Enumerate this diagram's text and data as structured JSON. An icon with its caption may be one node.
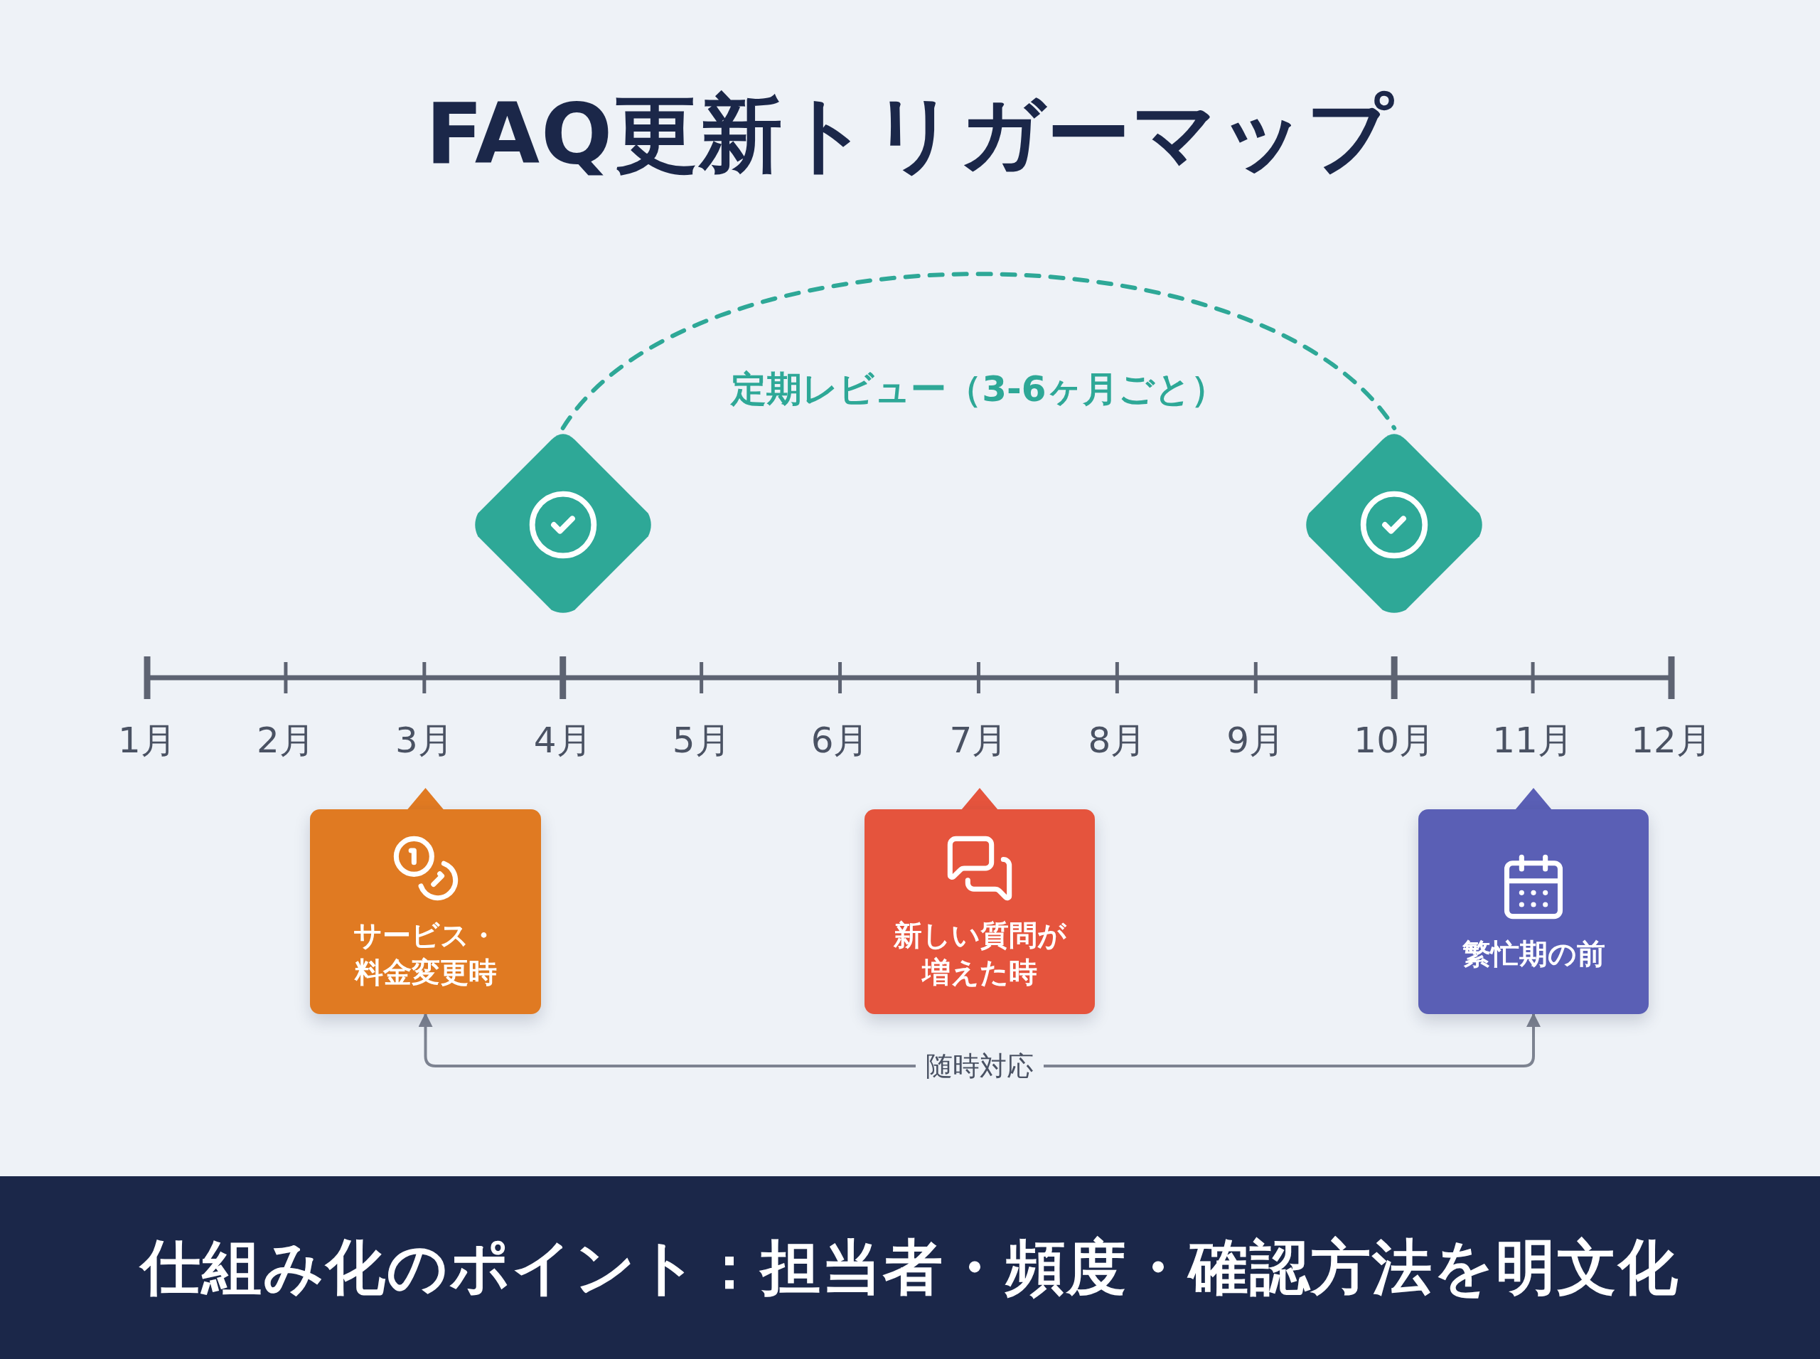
{
  "diagram": {
    "title": "FAQ更新トリガーマップ",
    "caption": "仕組み化のポイント：担当者・頻度・確認方法を明文化",
    "nodes": [
      {
        "text": [],
        "shape": "diamond"
      },
      {
        "text": [],
        "shape": "diamond"
      },
      {
        "text": [
          "サービス・料金変更時"
        ]
      },
      {
        "text": [
          "新しい質問が増えた時"
        ]
      },
      {
        "text": [
          "繁忙期の前"
        ]
      }
    ],
    "edges": [
      {
        "from": 0,
        "to": 1,
        "arrow": "none",
        "label": "定期レビュー（3-6ヶ月ごと）",
        "style": "dashed",
        "color": "#2ea897"
      },
      {
        "from": 2,
        "to": 4,
        "arrow": "both",
        "label": "随時対応",
        "color": "#7d8391"
      }
    ],
    "labels": [
      "1月",
      "2月",
      "3月",
      "4月",
      "5月",
      "6月",
      "7月",
      "8月",
      "9月",
      "10月",
      "11月",
      "12月"
    ]
  }
}
